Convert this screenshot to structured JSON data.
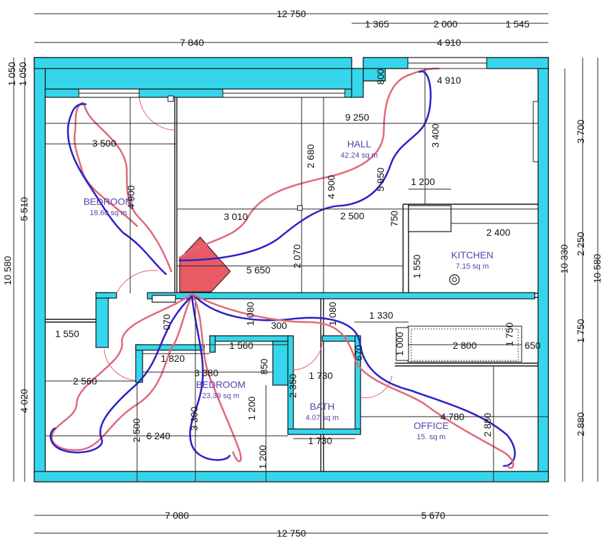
{
  "colors": {
    "wall": "#35d6ec",
    "route_red": "#e06a7a",
    "route_blue": "#2a22c9",
    "stove": "#e85a64",
    "room_label": "#5a3fa8"
  },
  "rooms": [
    {
      "name": "BEDROOM",
      "area": "18.68 sq m"
    },
    {
      "name": "HALL",
      "area": "42.24 sq m"
    },
    {
      "name": "KITCHEN",
      "area": "7.15 sq m"
    },
    {
      "name": "BEDROOM",
      "area": "23.39 sq m"
    },
    {
      "name": "BATH",
      "area": "4.07 sq m"
    },
    {
      "name": "OFFICE",
      "area": "15. sq m"
    }
  ],
  "dimensions": {
    "top_total": "12 750",
    "top_1365": "1 365",
    "top_2000": "2 000",
    "top_1545": "1 545",
    "top_7840": "7 840",
    "top_4910": "4 910",
    "left_1050a": "1 050",
    "left_1050b": "1 050",
    "left_5510": "5 510",
    "left_10580": "10 580",
    "left_4020": "4 020",
    "right_3700": "3 700",
    "right_10330": "10 330",
    "right_2250": "2 250",
    "right_10580": "10 580",
    "right_1750": "1 750",
    "right_2880": "2 880",
    "bottom_7080": "7 080",
    "bottom_5670": "5 670",
    "bottom_total": "12 750",
    "d_800": "800",
    "d_4910_inner": "4 910",
    "d_9250": "9 250",
    "d_3500": "3 500",
    "d_2680": "2 680",
    "d_3400": "3 400",
    "d_4900_bedroom": "4 900",
    "d_4900_hall": "4 900",
    "d_5950": "5 950",
    "d_1200_kitchen": "1 200",
    "d_3010": "3 010",
    "d_2500_hall": "2 500",
    "d_750": "750",
    "d_2400": "2 400",
    "d_2070": "2 070",
    "d_5650": "5 650",
    "d_1550_kitchen": "1 550",
    "d_1330": "1 330",
    "d_070": "070",
    "d_1080a": "1 080",
    "d_300": "300",
    "d_1080b": "1 080",
    "d_1550_left": "1 550",
    "d_1560": "1 560",
    "d_1000": "1 000",
    "d_2800": "2 800",
    "d_1750_inner": "1 750",
    "d_650": "650",
    "d_1820": "1 820",
    "d_670": "670",
    "d_850": "850",
    "d_3380": "3 380",
    "d_1730a": "1 730",
    "d_2560": "2 560",
    "d_2350": "2 350",
    "d_1200_bath": "1 200",
    "d_4780": "4 780",
    "d_2500_bed": "2 500",
    "d_6240": "6 240",
    "d_3300": "3 300",
    "d_1730b": "1 730",
    "d_2880_inner": "2 880",
    "d_1200_low": "1 200"
  }
}
